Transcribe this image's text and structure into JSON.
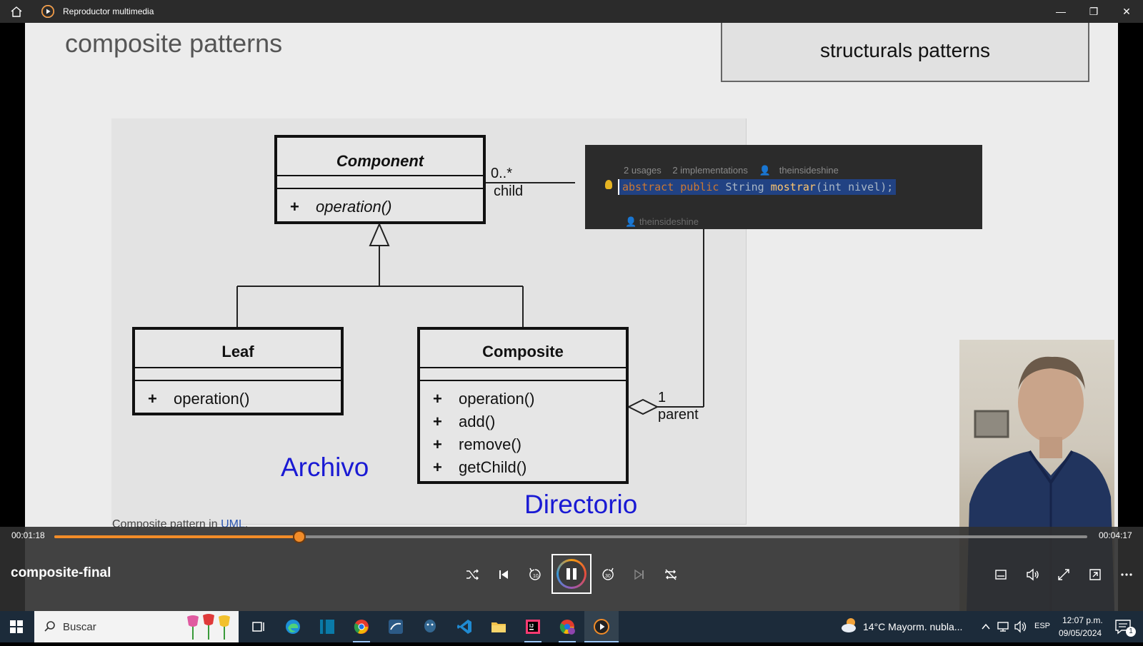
{
  "window": {
    "title": "Reproductor multimedia",
    "minimize_glyph": "—",
    "restore_glyph": "❐",
    "close_glyph": "✕"
  },
  "slide": {
    "title": "composite patterns",
    "section_box": "structurals patterns",
    "uml": {
      "component": {
        "name": "Component",
        "ops": [
          "operation()"
        ]
      },
      "leaf": {
        "name": "Leaf",
        "ops": [
          "operation()"
        ]
      },
      "composite": {
        "name": "Composite",
        "ops": [
          "operation()",
          "add()",
          "remove()",
          "getChild()"
        ]
      },
      "plus": "+",
      "multiplicity_child": "0..*",
      "role_child": "child",
      "multiplicity_parent": "1",
      "role_parent": "parent"
    },
    "annotations": {
      "leaf_note": "Archivo",
      "composite_note": "Directorio"
    },
    "caption_prefix": "Composite pattern in ",
    "caption_link": "UML",
    "caption_suffix": "."
  },
  "code_popup": {
    "usages": "2 usages",
    "implementations": "2 implementations",
    "author": "theinsideshine",
    "code_kw": "abstract public ",
    "code_type": "String ",
    "code_fn": "mostrar",
    "code_rest": "(int nivel);",
    "author_below": "theinsideshine"
  },
  "player": {
    "current_time": "00:01:18",
    "total_time": "00:04:17",
    "progress": 0.2375,
    "media_title": "composite-final",
    "accent": "#f28c28"
  },
  "taskbar": {
    "search_placeholder": "Buscar",
    "weather": "14°C  Mayorm. nubla...",
    "language": "ESP",
    "time": "12:07 p.m.",
    "date": "09/05/2024",
    "notifications": "1"
  }
}
